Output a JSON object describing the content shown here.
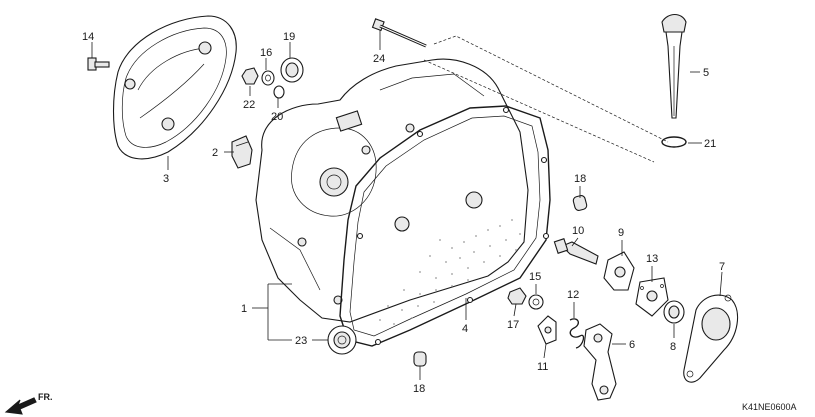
{
  "diagram": {
    "code": "K41NE0600A",
    "front_arrow": "FR.",
    "callouts": [
      {
        "id": "c1",
        "text": "1"
      },
      {
        "id": "c2",
        "text": "2"
      },
      {
        "id": "c3",
        "text": "3"
      },
      {
        "id": "c4",
        "text": "4"
      },
      {
        "id": "c5",
        "text": "5"
      },
      {
        "id": "c6",
        "text": "6"
      },
      {
        "id": "c7",
        "text": "7"
      },
      {
        "id": "c8",
        "text": "8"
      },
      {
        "id": "c9",
        "text": "9"
      },
      {
        "id": "c10",
        "text": "10"
      },
      {
        "id": "c11",
        "text": "11"
      },
      {
        "id": "c12",
        "text": "12"
      },
      {
        "id": "c13",
        "text": "13"
      },
      {
        "id": "c14",
        "text": "14"
      },
      {
        "id": "c15",
        "text": "15"
      },
      {
        "id": "c16",
        "text": "16"
      },
      {
        "id": "c17",
        "text": "17"
      },
      {
        "id": "c18a",
        "text": "18"
      },
      {
        "id": "c18b",
        "text": "18"
      },
      {
        "id": "c19",
        "text": "19"
      },
      {
        "id": "c20",
        "text": "20"
      },
      {
        "id": "c21",
        "text": "21"
      },
      {
        "id": "c22",
        "text": "22"
      },
      {
        "id": "c23",
        "text": "23"
      },
      {
        "id": "c24",
        "text": "24"
      }
    ]
  }
}
